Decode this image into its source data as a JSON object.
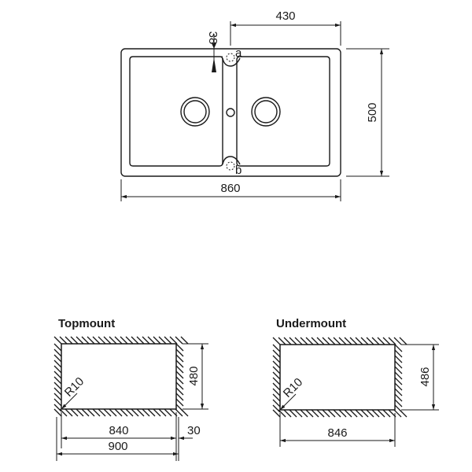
{
  "top_view": {
    "dimensions": {
      "half_width": "430",
      "edge_offset": "38",
      "height": "500",
      "total_width": "860"
    },
    "markers": {
      "a": "a",
      "b": "b"
    }
  },
  "topmount": {
    "title": "Topmount",
    "dimensions": {
      "radius": "R10",
      "height": "480",
      "inner_width": "840",
      "margin": "30",
      "outer_width": "900"
    }
  },
  "undermount": {
    "title": "Undermount",
    "dimensions": {
      "radius": "R10",
      "height": "486",
      "width": "846"
    }
  }
}
